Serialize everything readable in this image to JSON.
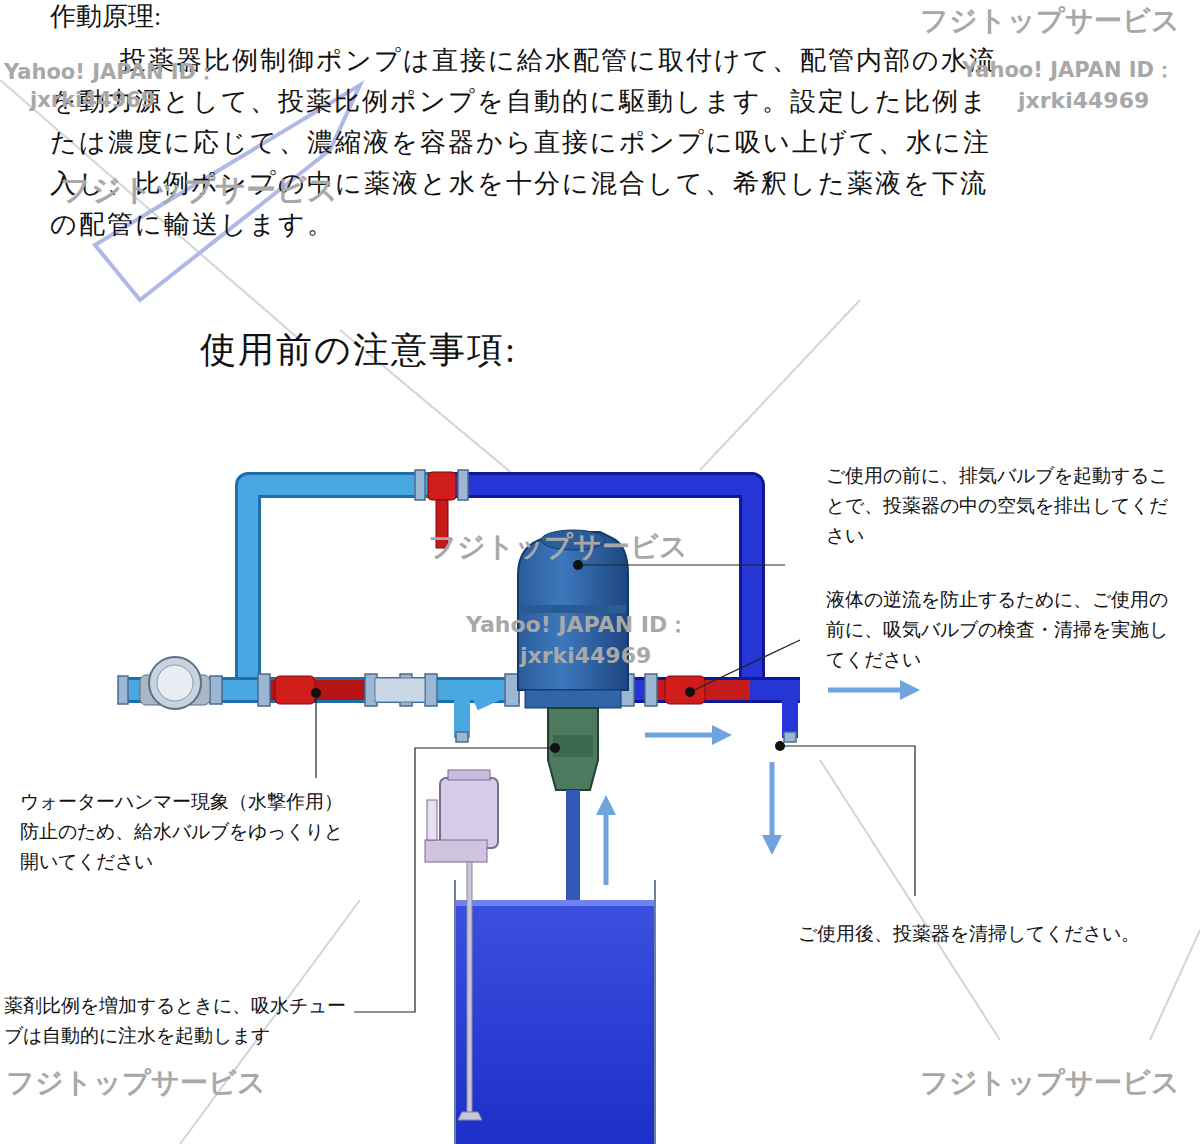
{
  "diagram": {
    "title": "作動原理:",
    "labels": [
      "投薬器比例制御ポンプは直接に給水配管に取付けて、配管内部の水流を動力源として、投薬比例ポンプを自動的に駆動します。設定した比例または濃度に応じて、濃縮液を容器から直接にポンプに吸い上げて、水に注入し、比例ポンプの中に薬液と水を十分に混合して、希釈した薬液を下流の配管に輸送します。",
      "使用前の注意事項:",
      "ご使用の前に、排気バルブを起動することで、投薬器の中の空気を排出してください",
      "液体の逆流を防止するために、ご使用の前に、吸気バルブの検査・清掃を実施してください",
      "ウォーターハンマー現象（水撃作用）防止のため、給水バルブをゆっくりと開いてください",
      "ご使用後、投薬器を清掃してください。",
      "薬剤比例を増加するときに、吸水チューブは自動的に注水を起動します",
      "フジトップサービス",
      "フジトップサービス",
      "フジトップサービス",
      "フジトップサービス",
      "フジトップサービス",
      "Yahoo! JAPAN ID：",
      "Yahoo! JAPAN ID：",
      "Yahoo! JAPAN ID：",
      "jxrki44969",
      "jxrki44969",
      "jxrki44969"
    ]
  }
}
